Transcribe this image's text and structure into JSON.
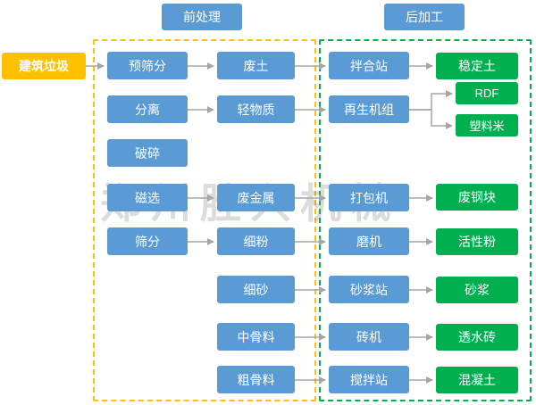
{
  "headers": {
    "pre_label": "前处理",
    "post_label": "后加工"
  },
  "source_label": "建筑垃圾",
  "watermark": "郑州胜兴机械",
  "pre_column": [
    "预筛分",
    "分离",
    "破碎",
    "磁选",
    "筛分"
  ],
  "mid_column": [
    "废土",
    "轻物质",
    "废金属",
    "细粉",
    "细砂",
    "中骨料",
    "粗骨料"
  ],
  "process_column": [
    "拌合站",
    "再生机组",
    "打包机",
    "磨机",
    "砂浆站",
    "砖机",
    "搅拌站"
  ],
  "product_column": [
    "稳定土",
    "RDF",
    "塑料米",
    "废钢块",
    "活性粉",
    "砂浆",
    "透水砖",
    "混凝土"
  ],
  "edges": [
    [
      "建筑垃圾",
      "预筛分"
    ],
    [
      "预筛分",
      "废土"
    ],
    [
      "废土",
      "拌合站"
    ],
    [
      "拌合站",
      "稳定土"
    ],
    [
      "分离",
      "轻物质"
    ],
    [
      "轻物质",
      "再生机组"
    ],
    [
      "再生机组",
      "RDF"
    ],
    [
      "再生机组",
      "塑料米"
    ],
    [
      "磁选",
      "废金属"
    ],
    [
      "废金属",
      "打包机"
    ],
    [
      "打包机",
      "废钢块"
    ],
    [
      "筛分",
      "细粉"
    ],
    [
      "细粉",
      "磨机"
    ],
    [
      "磨机",
      "活性粉"
    ],
    [
      "细砂",
      "砂浆站"
    ],
    [
      "砂浆站",
      "砂浆"
    ],
    [
      "中骨料",
      "砖机"
    ],
    [
      "砖机",
      "透水砖"
    ],
    [
      "粗骨料",
      "搅拌站"
    ],
    [
      "搅拌站",
      "混凝土"
    ]
  ],
  "colors": {
    "blue": "#5B9BD5",
    "green": "#00B050",
    "orange": "#FFC000",
    "arrow": "#A6A6A6",
    "pre_border": "#FFC000",
    "post_border": "#00B050"
  }
}
